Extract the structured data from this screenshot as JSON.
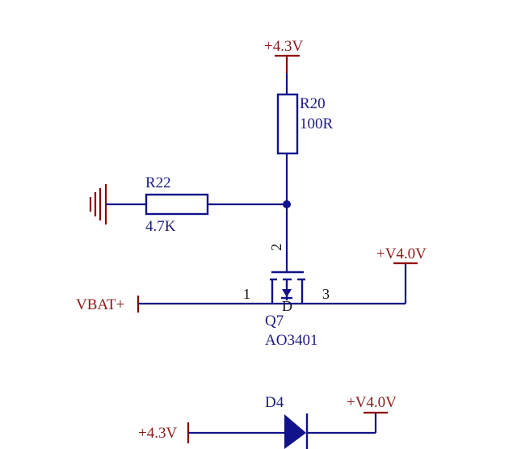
{
  "power_labels": {
    "top_supply": "+4.3V",
    "fet_output": "+V4.0V",
    "battery_input": "VBAT+",
    "diode_input": "+4.3V",
    "diode_output": "+V4.0V"
  },
  "components": {
    "r20": {
      "ref": "R20",
      "value": "100R"
    },
    "r22": {
      "ref": "R22",
      "value": "4.7K"
    },
    "q7": {
      "ref": "Q7",
      "value": "AO3401",
      "pin_gate": "2",
      "pin_left": "1",
      "pin_right": "3",
      "pin_drain_letter": "D"
    },
    "d4": {
      "ref": "D4"
    }
  },
  "colors": {
    "wire": "#12128a",
    "power_symbol": "#8b0000",
    "power_text": "#8b1a1a",
    "component_text": "#1c1c80"
  }
}
